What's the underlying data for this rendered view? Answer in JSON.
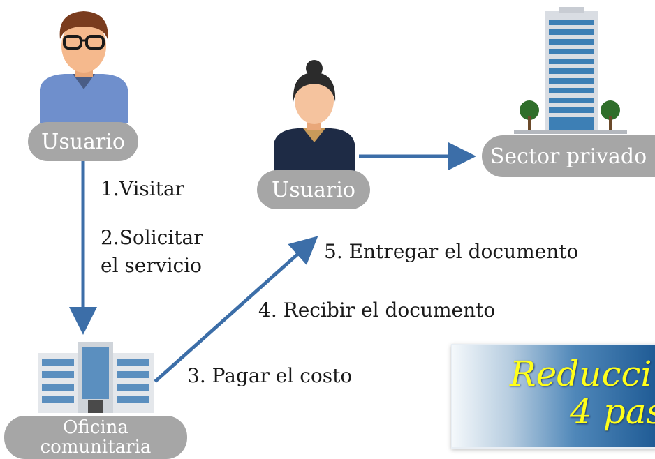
{
  "nodes": {
    "user_top": "Usuario",
    "user_mid": "Usuario",
    "private_sector": "Sector privado",
    "office_line1": "Oficina",
    "office_line2": "comunitaria"
  },
  "steps": {
    "s1": "1.Visitar",
    "s2_line1": "2.Solicitar",
    "s2_line2": "el servicio",
    "s3": "3. Pagar el costo",
    "s4": "4. Recibir el documento",
    "s5": "5. Entregar el documento"
  },
  "banner": {
    "line1": "Reducci",
    "line2": "4 pas"
  },
  "colors": {
    "arrow": "#3c6ea8",
    "pill": "#a6a6a6",
    "banner_text": "#ffff1a"
  }
}
